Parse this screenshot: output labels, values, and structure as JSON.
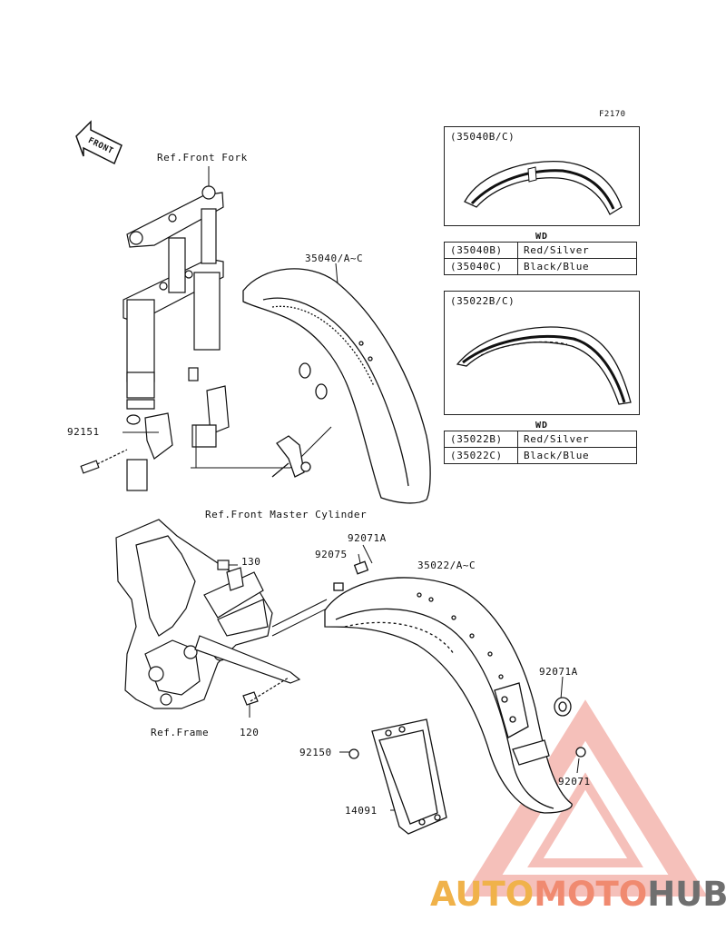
{
  "figure_id": "F2170",
  "front_arrow_label": "FRONT",
  "refs": {
    "front_fork": "Ref.Front Fork",
    "front_master_cylinder": "Ref.Front Master Cylinder",
    "frame": "Ref.Frame"
  },
  "callouts": {
    "p35040": "35040/A~C",
    "p92151": "92151",
    "p92071A_top": "92071A",
    "p92075": "92075",
    "p35022": "35022/A~C",
    "p130": "130",
    "p120": "120",
    "p92071A_right": "92071A",
    "p92150": "92150",
    "p92071": "92071",
    "p14091": "14091"
  },
  "front_fender_panel": {
    "code": "(35040B/C)",
    "wd_label": "WD",
    "rows": [
      {
        "code": "(35040B)",
        "color": "Red/Silver"
      },
      {
        "code": "(35040C)",
        "color": "Black/Blue"
      }
    ]
  },
  "rear_fender_panel": {
    "code": "(35022B/C)",
    "wd_label": "WD",
    "rows": [
      {
        "code": "(35022B)",
        "color": "Red/Silver"
      },
      {
        "code": "(35022C)",
        "color": "Black/Blue"
      }
    ]
  },
  "watermark": {
    "part1": "AUTO",
    "part2": "MOTO",
    "part3": "HUB",
    "colors": {
      "auto": "#f0b24a",
      "moto": "#f08a70",
      "hub": "#6f6f6f",
      "triangle": "#ee8d82"
    }
  }
}
